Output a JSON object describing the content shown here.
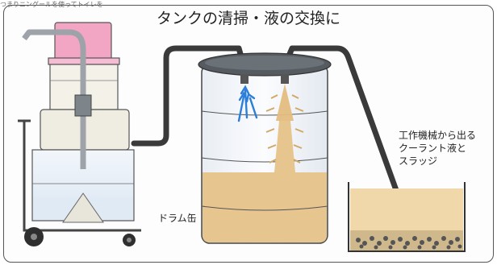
{
  "title": "タンクの清掃・液の交換に",
  "top_clip_text": "つまりニングールを使ってトイレを",
  "labels": {
    "drum": "ドラム缶",
    "source": [
      "工作機械から出る",
      "クーラント液と",
      "スラッジ"
    ]
  },
  "icons": [
    "vacuum-cleaner-icon",
    "drum-can-icon",
    "coolant-tank-icon",
    "hose-icon",
    "airflow-arrow-icon"
  ],
  "colors": {
    "liquid": "#e7c58f",
    "frame": "#555555",
    "hose": "#3a3a3a",
    "pink_motor": "#f2a6c4",
    "arrow": "#2b7fd8",
    "drum_lid": "#555b60"
  }
}
